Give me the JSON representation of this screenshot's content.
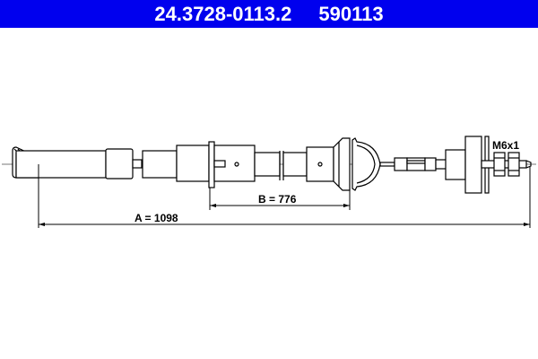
{
  "header": {
    "part_number": "24.3728-0113.2",
    "ref_number": "590113",
    "background_color": "#0000ee",
    "text_color": "#ffffff"
  },
  "drawing": {
    "type": "clutch cable technical drawing",
    "thread_label": "M6x1",
    "dimensions": {
      "a": {
        "label": "A = 1098",
        "name": "A",
        "value": 1098
      },
      "b": {
        "label": "B = 776",
        "name": "B",
        "value": 776
      }
    }
  }
}
